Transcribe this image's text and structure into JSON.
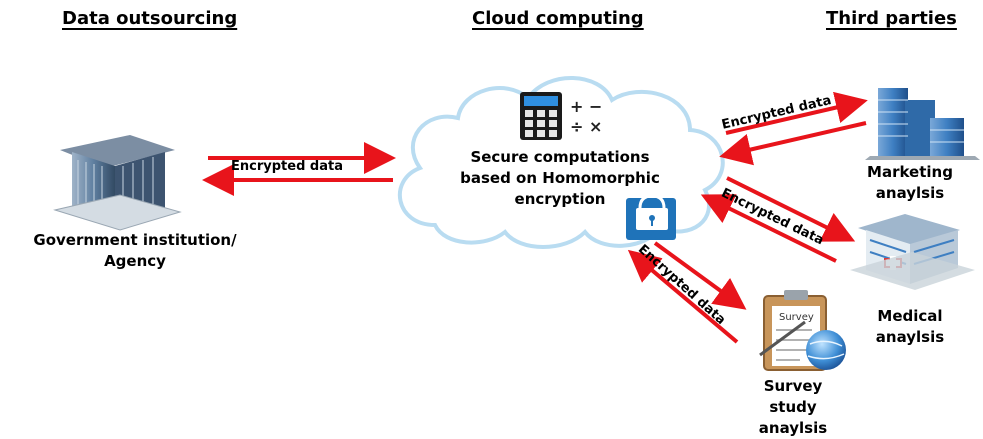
{
  "headers": {
    "left": "Data outsourcing",
    "center": "Cloud computing",
    "right": "Third parties"
  },
  "cloud": {
    "line1": "Secure computations",
    "line2": "based on Homomorphic",
    "line3": "encryption",
    "math_symbols": "+ −\n÷ ×"
  },
  "nodes": {
    "government": {
      "line1": "Government institution/",
      "line2": "Agency"
    },
    "marketing": {
      "line1": "Marketing",
      "line2": "anaylsis"
    },
    "medical": {
      "line1": "Medical",
      "line2": "anaylsis"
    },
    "survey": {
      "line1": "Survey",
      "line2": "study",
      "line3": "anaylsis",
      "clipboard_text": "Survey"
    }
  },
  "edges": {
    "gov_cloud": "Encrypted data",
    "marketing_cloud": "Encrypted data",
    "medical_cloud": "Encrypted data",
    "survey_cloud": "Encrypted data"
  },
  "colors": {
    "arrow": "#e8141b",
    "cloud_outline": "#b9dcf1",
    "building_blue": "#3e7fc2",
    "lock_blue": "#1f73b9"
  }
}
